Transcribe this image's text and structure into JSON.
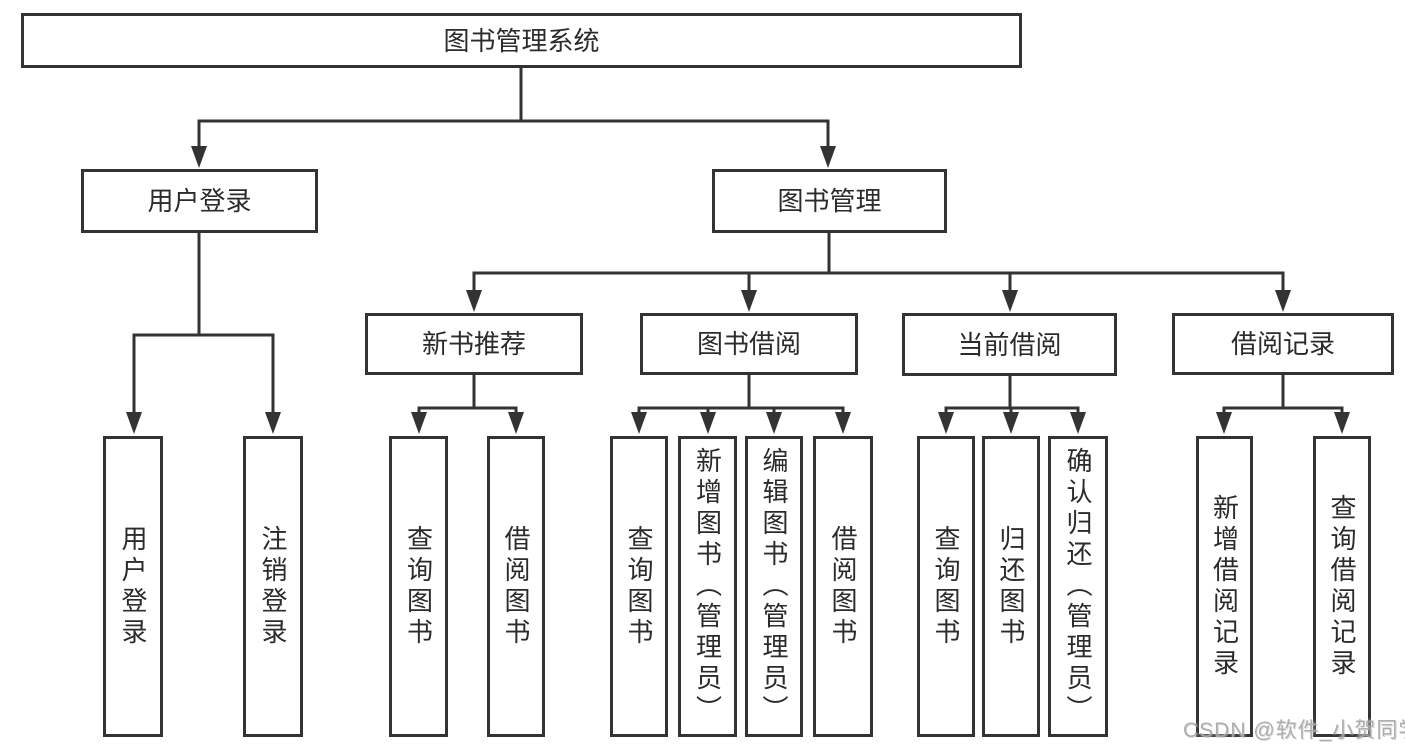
{
  "diagram": {
    "root": "图书管理系统",
    "branches": [
      {
        "label": "用户登录",
        "children": [
          "用户登录",
          "注销登录"
        ]
      },
      {
        "label": "图书管理",
        "children": [
          {
            "label": "新书推荐",
            "children": [
              "查询图书",
              "借阅图书"
            ]
          },
          {
            "label": "图书借阅",
            "children": [
              "查询图书",
              "新增图书（管理员）",
              "编辑图书（管理员）",
              "借阅图书"
            ]
          },
          {
            "label": "当前借阅",
            "children": [
              "查询图书",
              "归还图书",
              "确认归还（管理员）"
            ]
          },
          {
            "label": "借阅记录",
            "children": [
              "新增借阅记录",
              "查询借阅记录"
            ]
          }
        ]
      }
    ]
  },
  "watermark": {
    "text": "CSDN @软件_小贺同学"
  }
}
